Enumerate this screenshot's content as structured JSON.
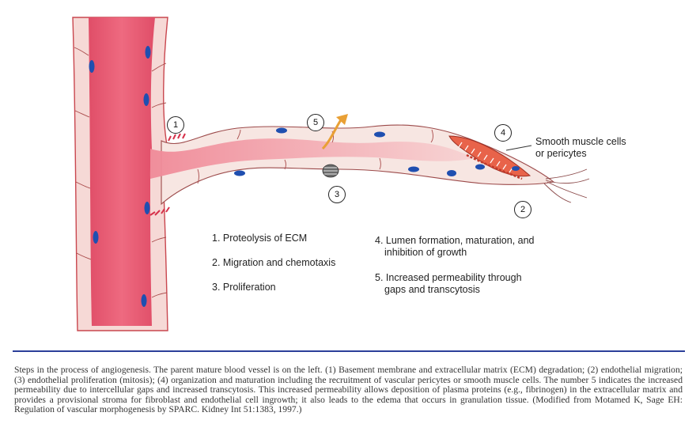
{
  "markers": {
    "m1": "1",
    "m2": "2",
    "m3": "3",
    "m4": "4",
    "m5": "5"
  },
  "labels": {
    "smooth_muscle_line1": "Smooth muscle cells",
    "smooth_muscle_line2": "or pericytes"
  },
  "legend": {
    "item1": "1. Proteolysis of ECM",
    "item2": "2. Migration and chemotaxis",
    "item3": "3. Proliferation",
    "item4_line1": "4. Lumen formation, maturation, and",
    "item4_line2": "inhibition of growth",
    "item5_line1": "5. Increased permeability through",
    "item5_line2": "gaps and transcytosis"
  },
  "caption": "Steps in the process of angiogenesis. The parent mature blood vessel is on the left. (1) Basement membrane and extracellular matrix (ECM) degradation; (2) endothelial migration; (3) endothelial proliferation (mitosis); (4) organization and maturation including the recruitment of vascular pericytes or smooth muscle cells. The number 5 indicates the increased permeability due to intercellular gaps and increased transcytosis. This increased permeability allows deposition of plasma proteins (e.g., fibrinogen) in the extracellular matrix and provides a provisional stroma for fibroblast and endothelial cell ingrowth; it also leads to the edema that occurs in granulation tissue. (Modified from Motamed K, Sage EH: Regulation of vascular morphogenesis by SPARC. Kidney Int 51:1383, 1997.)",
  "colors": {
    "vessel_lumen": "#e8566e",
    "vessel_wall": "#f6d9d6",
    "sprout_lumen": "#f2b3b7",
    "nucleus": "#1f4fb0",
    "smooth_muscle": "#e8634a",
    "arrow": "#e9a035"
  }
}
